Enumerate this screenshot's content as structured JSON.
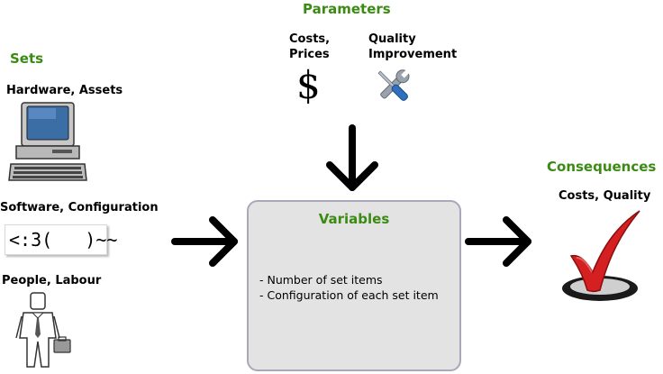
{
  "parameters": {
    "title": "Parameters",
    "costs_label_line1": "Costs,",
    "costs_label_line2": "Prices",
    "dollar_symbol": "$",
    "quality_label_line1": "Quality",
    "quality_label_line2": "Improvement"
  },
  "sets": {
    "title": "Sets",
    "hardware_label": "Hardware, Assets",
    "software_label": "Software, Configuration",
    "code_text": "<:3(   )~~",
    "people_label": "People, Labour"
  },
  "variables": {
    "title": "Variables",
    "items": [
      "- Number of set items",
      "- Configuration of each set item"
    ]
  },
  "consequences": {
    "title": "Consequences",
    "label": "Costs, Quality"
  },
  "colors": {
    "heading_green": "#3a8a14",
    "box_fill": "#e3e3e3",
    "box_border": "#a8a8b8",
    "check_red": "#d42020"
  },
  "icons": [
    "computer-icon",
    "dollar-icon",
    "tools-icon",
    "person-icon",
    "checkmark-icon"
  ]
}
